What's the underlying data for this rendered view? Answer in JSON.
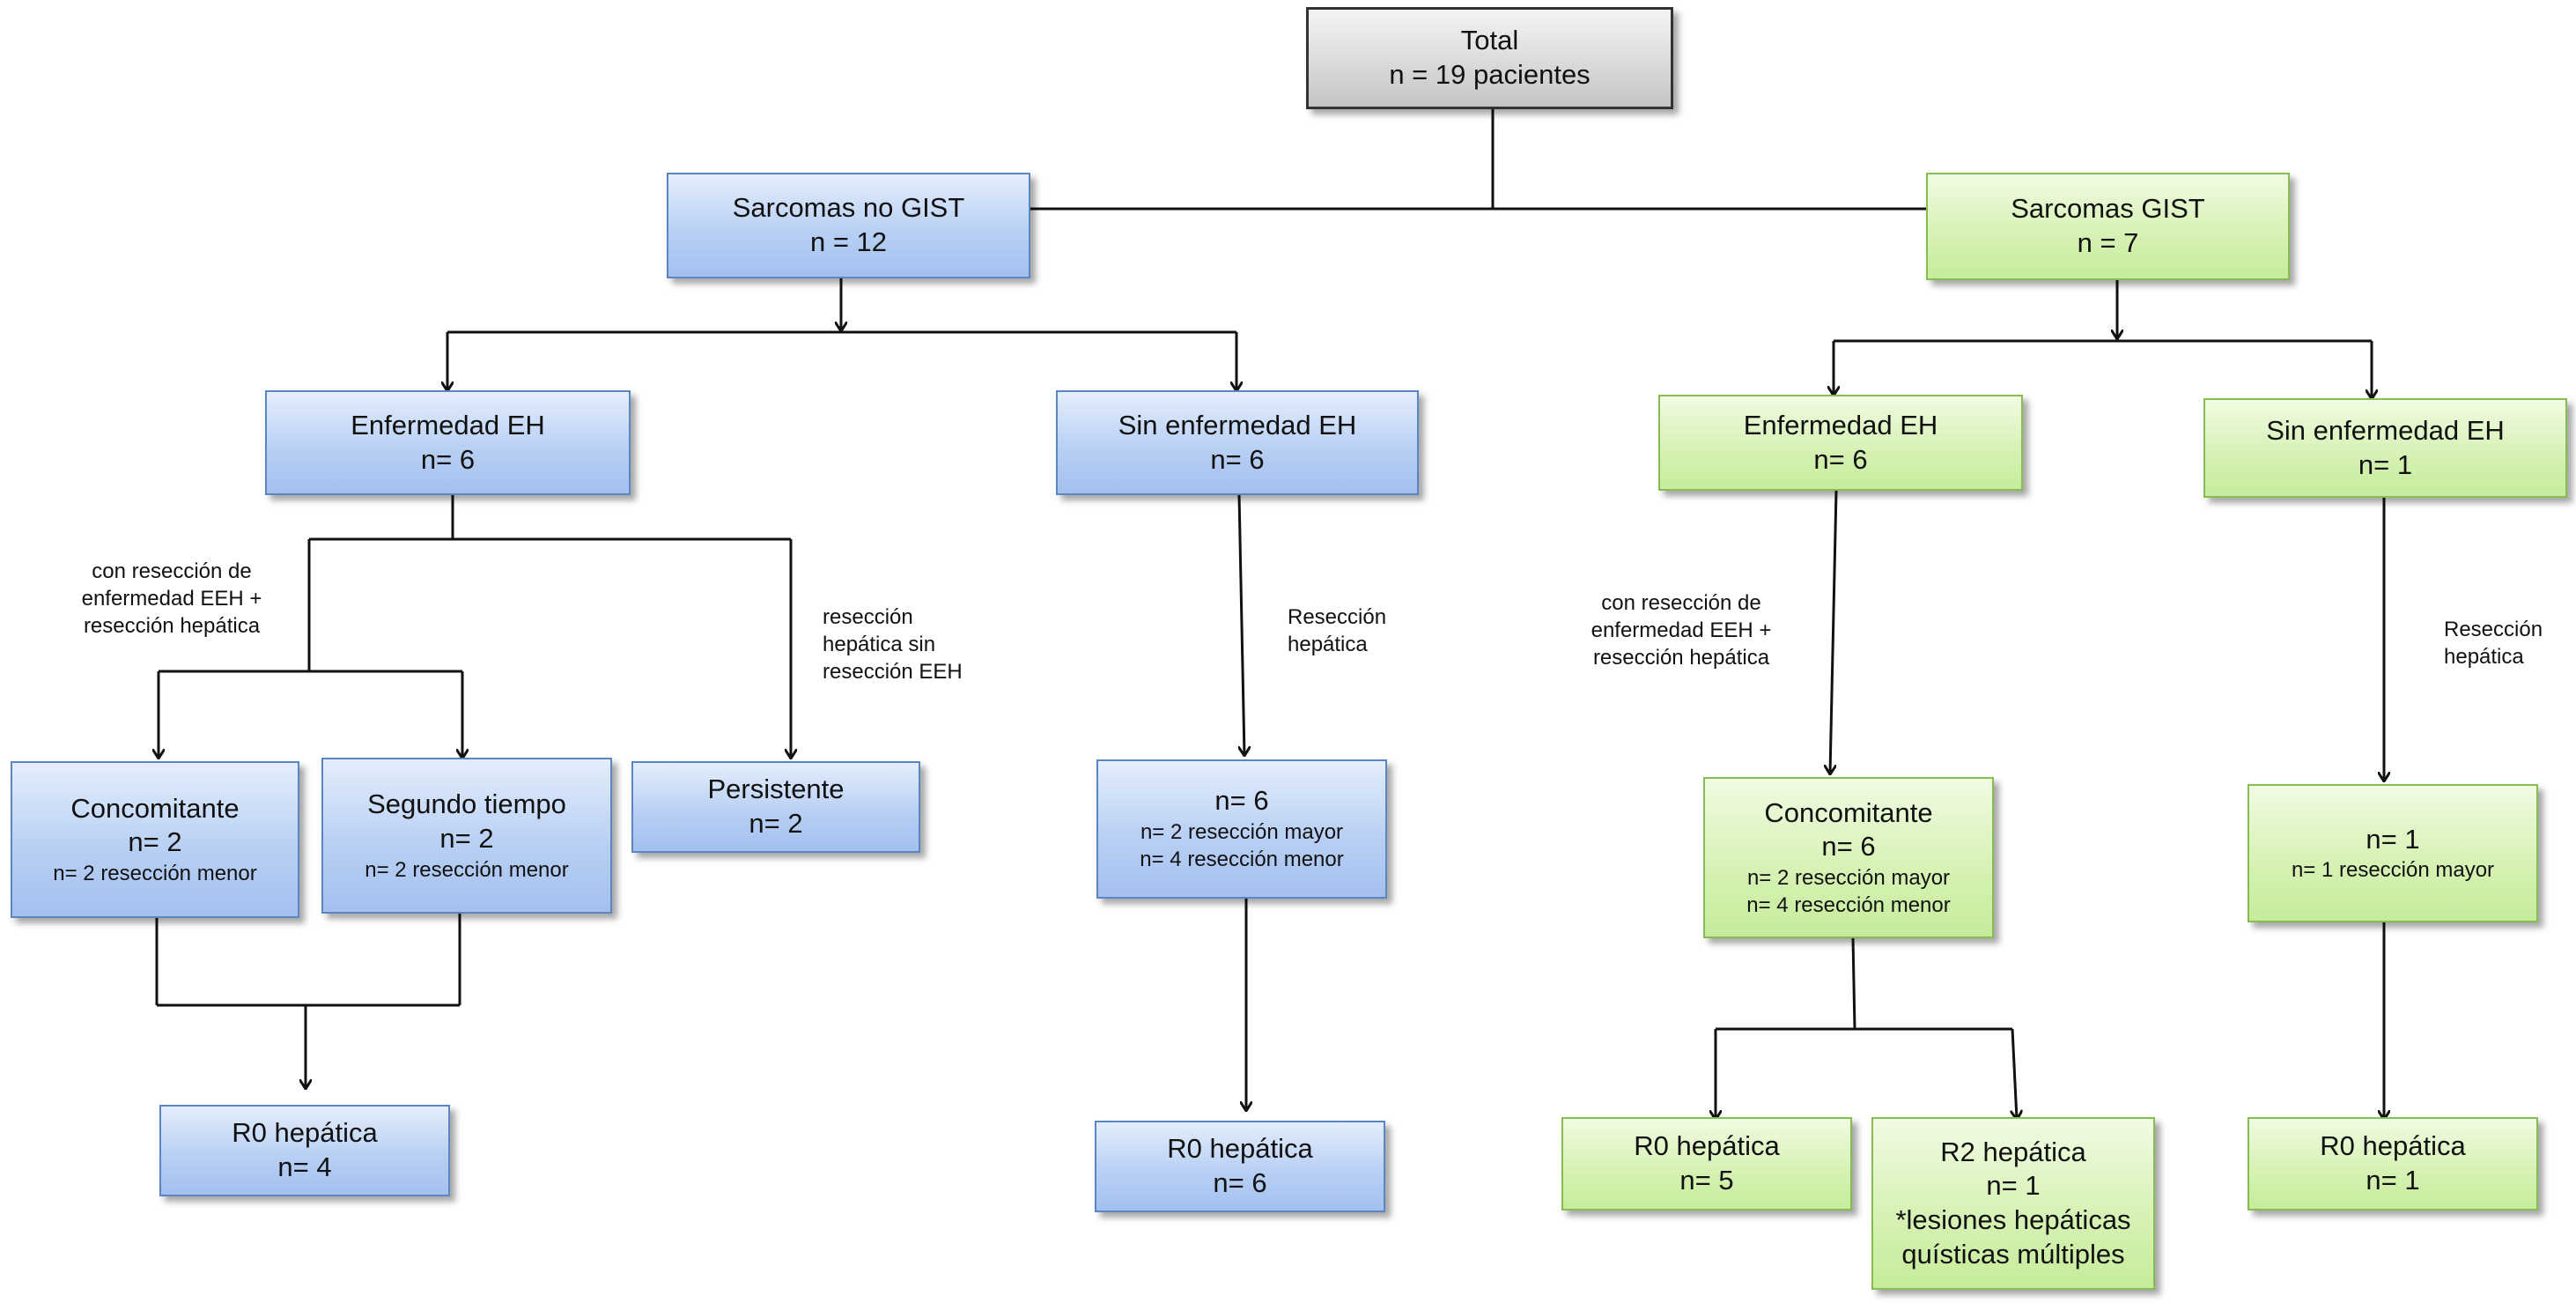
{
  "root": {
    "label": "Total",
    "count": "n = 19 pacientes"
  },
  "no_gist": {
    "title": "Sarcomas no GIST",
    "count": "n = 12",
    "enfermedad": {
      "title": "Enfermedad EH",
      "count": "n= 6"
    },
    "sin_enfermedad": {
      "title": "Sin enfermedad EH",
      "count": "n= 6"
    },
    "note_left": "con resección de\nenfermedad EEH +\nresección hepática",
    "note_persistente": "resección\nhepática sin\nresección EEH",
    "note_sin": "Resección\nhepática",
    "concomitante": {
      "title": "Concomitante",
      "count": "n= 2",
      "detail": "n= 2 resección menor"
    },
    "segundo": {
      "title": "Segundo tiempo",
      "count": "n= 2",
      "detail": "n= 2 resección menor"
    },
    "persistente": {
      "title": "Persistente",
      "count": "n= 2"
    },
    "sin_result": {
      "count": "n= 6",
      "detail1": "n= 2 resección mayor",
      "detail2": "n= 4 resección menor"
    },
    "r0_left": {
      "title": "R0 hepática",
      "count": "n= 4"
    },
    "r0_sin": {
      "title": "R0 hepática",
      "count": "n= 6"
    }
  },
  "gist": {
    "title": "Sarcomas GIST",
    "count": "n = 7",
    "enfermedad": {
      "title": "Enfermedad EH",
      "count": "n= 6"
    },
    "sin_enfermedad": {
      "title": "Sin enfermedad EH",
      "count": "n= 1"
    },
    "note_left": "con resección de\nenfermedad EEH +\nresección hepática",
    "note_sin": "Resección\nhepática",
    "concomitante": {
      "title": "Concomitante",
      "count": "n= 6",
      "detail1": "n= 2 resección mayor",
      "detail2": "n= 4 resección menor"
    },
    "sin_result": {
      "count": "n= 1",
      "detail": "n= 1 resección mayor"
    },
    "r0_left": {
      "title": "R0 hepática",
      "count": "n= 5"
    },
    "r2": {
      "title": "R2 hepática",
      "count": "n= 1",
      "note1": "*lesiones hepáticas",
      "note2": "quísticas múltiples"
    },
    "r0_right": {
      "title": "R0 hepática",
      "count": "n= 1"
    }
  },
  "colors": {
    "blue_border": "#5b86c4",
    "green_border": "#86bd52",
    "gray_border": "#333333",
    "line": "#111111"
  }
}
